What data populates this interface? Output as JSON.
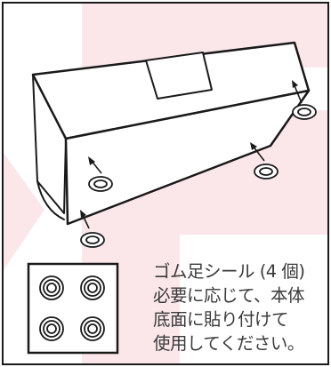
{
  "caption": {
    "line1": "ゴム足シール (4 個)",
    "line2": "必要に応じて、本体",
    "line3": "底面に貼り付けて",
    "line4": "使用してください。"
  },
  "colors": {
    "watermark": "#fbe7ea",
    "line": "#1a1a1a",
    "text": "#3a3a3a"
  }
}
